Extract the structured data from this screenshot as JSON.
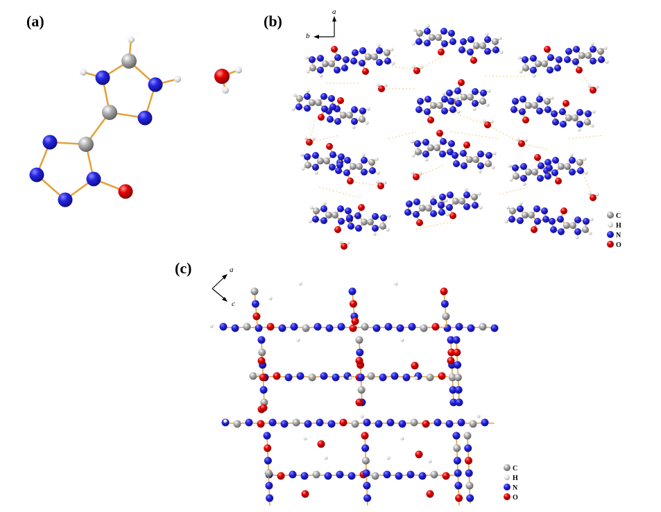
{
  "panels": {
    "a": {
      "label": "(a)"
    },
    "b": {
      "label": "(b)",
      "axis_up": "a",
      "axis_left": "b"
    },
    "c": {
      "label": "(c)",
      "axis_up": "a",
      "axis_down": "c"
    }
  },
  "legend": [
    {
      "element": "C",
      "label": "C",
      "color": "#8e8e8e"
    },
    {
      "element": "H",
      "label": "H",
      "color": "#e4e4e4"
    },
    {
      "element": "N",
      "label": "N",
      "color": "#1d1dd6"
    },
    {
      "element": "O",
      "label": "O",
      "color": "#e00000"
    }
  ]
}
